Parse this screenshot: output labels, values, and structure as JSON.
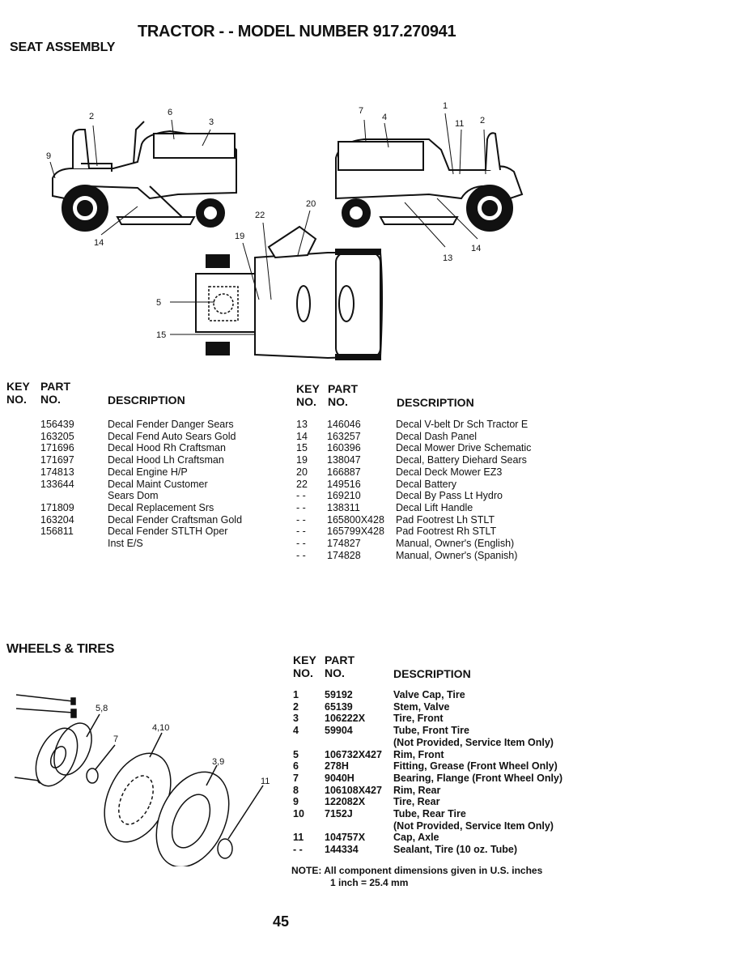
{
  "title": "TRACTOR - - MODEL NUMBER 917.270941",
  "seat_section": {
    "heading": "SEAT ASSEMBLY",
    "callouts": [
      "2",
      "6",
      "3",
      "9",
      "14",
      "7",
      "4",
      "1",
      "11",
      "2",
      "20",
      "22",
      "19",
      "14",
      "13",
      "5",
      "15"
    ],
    "left_table": {
      "key_header": [
        "KEY",
        "NO."
      ],
      "part_header": [
        "PART",
        "NO."
      ],
      "desc_header": "DESCRIPTION",
      "rows": [
        {
          "part": "156439",
          "desc": "Decal Fender Danger Sears"
        },
        {
          "part": "163205",
          "desc": "Decal Fend Auto Sears Gold"
        },
        {
          "part": "171696",
          "desc": "Decal Hood Rh Craftsman"
        },
        {
          "part": "171697",
          "desc": "Decal Hood Lh Craftsman"
        },
        {
          "part": "174813",
          "desc": "Decal Engine H/P"
        },
        {
          "part": "133644",
          "desc": "Decal Maint Customer"
        },
        {
          "part": "",
          "desc": "Sears Dom"
        },
        {
          "part": "171809",
          "desc": "Decal Replacement Srs"
        },
        {
          "part": "163204",
          "desc": "Decal Fender Craftsman Gold"
        },
        {
          "part": "156811",
          "desc": "Decal Fender STLTH Oper"
        },
        {
          "part": "",
          "desc": "Inst E/S"
        }
      ]
    },
    "right_table": {
      "key_header": [
        "KEY",
        "NO."
      ],
      "part_header": [
        "PART",
        "NO."
      ],
      "desc_header": "DESCRIPTION",
      "rows": [
        {
          "key": "13",
          "part": "146046",
          "desc": "Decal V-belt Dr Sch Tractor E"
        },
        {
          "key": "14",
          "part": "163257",
          "desc": "Decal Dash Panel"
        },
        {
          "key": "15",
          "part": "160396",
          "desc": "Decal Mower Drive Schematic"
        },
        {
          "key": "19",
          "part": "138047",
          "desc": "Decal, Battery Diehard Sears"
        },
        {
          "key": "20",
          "part": "166887",
          "desc": "Decal Deck Mower EZ3"
        },
        {
          "key": "22",
          "part": "149516",
          "desc": "Decal Battery"
        },
        {
          "key": "- -",
          "part": "169210",
          "desc": "Decal By Pass Lt Hydro"
        },
        {
          "key": "- -",
          "part": "138311",
          "desc": "Decal Lift Handle"
        },
        {
          "key": "- -",
          "part": "165800X428",
          "desc": "Pad Footrest Lh STLT"
        },
        {
          "key": "- -",
          "part": "165799X428",
          "desc": "Pad Footrest Rh STLT"
        },
        {
          "key": "- -",
          "part": "174827",
          "desc": "Manual, Owner's (English)"
        },
        {
          "key": "- -",
          "part": "174828",
          "desc": "Manual, Owner's (Spanish)"
        }
      ]
    }
  },
  "wheels_section": {
    "heading": "WHEELS & TIRES",
    "callouts": [
      "5,8",
      "7",
      "4,10",
      "3,9",
      "11"
    ],
    "table": {
      "key_header": [
        "KEY",
        "NO."
      ],
      "part_header": [
        "PART",
        "NO."
      ],
      "desc_header": "DESCRIPTION",
      "rows": [
        {
          "key": "1",
          "part": "59192",
          "desc": "Valve Cap, Tire"
        },
        {
          "key": "2",
          "part": "65139",
          "desc": "Stem, Valve"
        },
        {
          "key": "3",
          "part": "106222X",
          "desc": "Tire, Front"
        },
        {
          "key": "4",
          "part": "59904",
          "desc": "Tube, Front Tire"
        },
        {
          "key": "",
          "part": "",
          "desc": "(Not Provided, Service Item Only)"
        },
        {
          "key": "5",
          "part": "106732X427",
          "desc": "Rim, Front"
        },
        {
          "key": "6",
          "part": "278H",
          "desc": "Fitting, Grease (Front Wheel Only)"
        },
        {
          "key": "7",
          "part": "9040H",
          "desc": "Bearing, Flange (Front Wheel Only)"
        },
        {
          "key": "8",
          "part": "106108X427",
          "desc": "Rim, Rear"
        },
        {
          "key": "9",
          "part": "122082X",
          "desc": "Tire, Rear"
        },
        {
          "key": "10",
          "part": "7152J",
          "desc": "Tube, Rear Tire"
        },
        {
          "key": "",
          "part": "",
          "desc": "(Not Provided, Service Item Only)"
        },
        {
          "key": "11",
          "part": "104757X",
          "desc": "Cap, Axle"
        },
        {
          "key": "- -",
          "part": "144334",
          "desc": "Sealant, Tire (10 oz. Tube)"
        }
      ]
    },
    "note_label": "NOTE:",
    "note_text": "All component dimensions given in U.S. inches",
    "note_text2": "1 inch = 25.4 mm"
  },
  "page_number": "45"
}
